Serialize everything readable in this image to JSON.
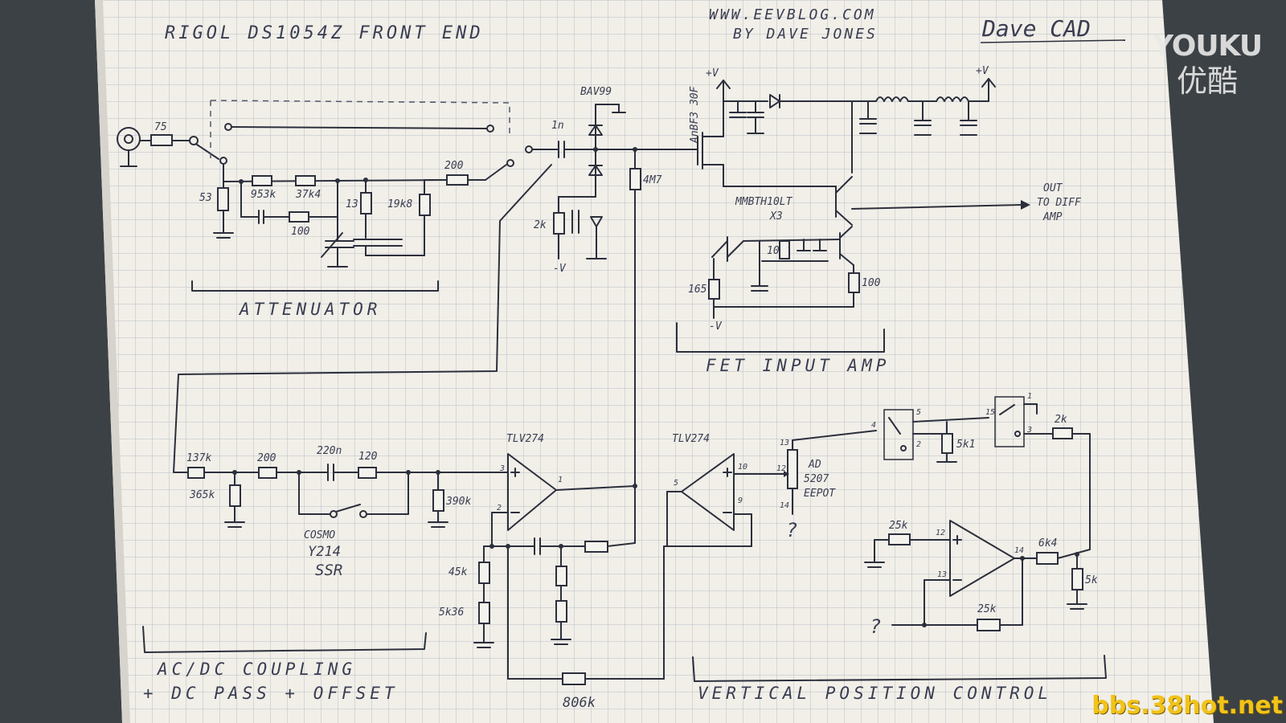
{
  "title": "RIGOL DS1054Z FRONT END",
  "website": "WWW.EEVBLOG.COM",
  "author": "BY DAVE JONES",
  "logo": "Dave CAD",
  "watermark_top": {
    "line1": "YOUKU",
    "line2": "优酷"
  },
  "watermark_bottom": "bbs.38hot.net",
  "sections": {
    "attenuator": "ATTENUATOR",
    "fet_input_amp": "FET INPUT AMP",
    "coupling_line1": "AC/DC COUPLING",
    "coupling_line2": "+ DC PASS + OFFSET",
    "vertical_position": "VERTICAL POSITION CONTROL"
  },
  "components": {
    "r75": "75",
    "r53": "53",
    "r953k": "953k",
    "r37k4": "37k4",
    "r100": "100",
    "r13": "13",
    "r19k8": "19k8",
    "r200": "200",
    "cap1n": "1n",
    "diode_bav": "BAV99",
    "r2k": "2k",
    "vneg1": "-V",
    "r4m7": "4M7",
    "fet_part": "AnBF3 30F",
    "vpos1": "+V",
    "vpos2": "+V",
    "bjt_part": "MMBTH10LT",
    "bjt_qty": "X3",
    "out_line1": "OUT",
    "out_line2": "TO DIFF",
    "out_line3": "AMP",
    "r10": "10",
    "r165": "165",
    "r100b": "100",
    "vneg2": "-V",
    "opamp1": "TLV274",
    "opamp2": "TLV274",
    "r137k": "137k",
    "r200b": "200",
    "cap220n": "220n",
    "r120": "120",
    "r365k": "365k",
    "r390k": "390k",
    "ssr_line1": "COSMO",
    "ssr_line2": "Y214",
    "ssr_line3": "SSR",
    "r45k": "45k",
    "r5k36": "5k36",
    "r806k": "806k",
    "epot_line1": "AD",
    "epot_line2": "5207",
    "epot_line3": "EEPOT",
    "unknown1": "?",
    "unknown2": "?",
    "r5k1": "5k1",
    "r2kb": "2k",
    "r25k_a": "25k",
    "r25k_b": "25k",
    "r6k4": "6k4",
    "r5k": "5k",
    "pin1": "1",
    "pin2": "2",
    "pin3": "3",
    "pin4": "4",
    "pin5": "5",
    "pin9": "9",
    "pin10": "10",
    "pin12": "12",
    "pin13": "13",
    "pin14": "14",
    "pin15": "15"
  }
}
